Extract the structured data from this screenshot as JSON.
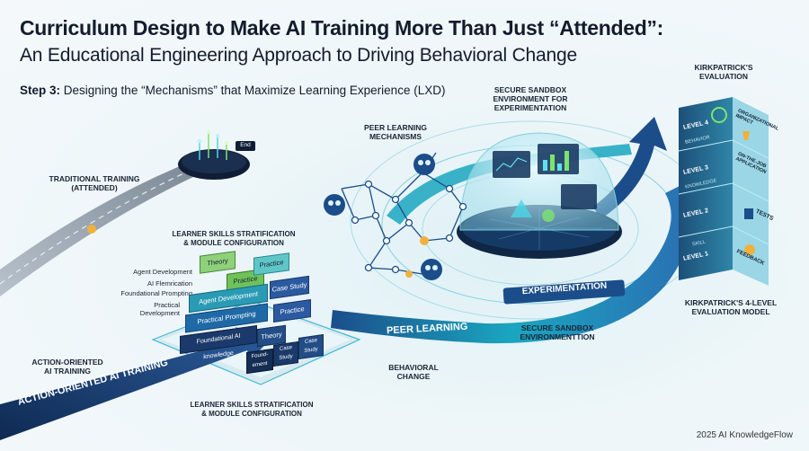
{
  "title": {
    "line1": "Curriculum Design to Make AI Training More Than Just “Attended”:",
    "line2": "An Educational  Engineering Approach to Driving Behavioral Change"
  },
  "step": {
    "prefix": "Step 3:",
    "text": " Designing the “Mechanisms” that Maximize Learning Experience (LXD)"
  },
  "labels": {
    "traditional": "TRADITIONAL TRAINING\n(ATTENDED)",
    "end": "End",
    "peer_mechanisms": "PEER LEARNING\nMECHANISMS",
    "sandbox_top": "SECURE SANDBOX\nENVIRONMENT FOR\nEXPERIMENTATION",
    "kirk_eval": "KIRKPATRICK'S\nEVALUATION",
    "stratification_top": "LEARNER SKILLS STRATIFICATION\n& MODULE CONFIGURATION",
    "stratification_bottom": "LEARNER SKILLS STRATIFICATION\n& MODULE CONFIGURATION",
    "action_oriented": "ACTION-ORIENTED\nAI TRAINING",
    "action_arrow": "ACTION-ORIENTED AI TRAINING",
    "peer_learning": "PEER LEARNING",
    "experimentation": "EXPERIMENTATION",
    "sandbox_bottom": "SECURE SANDBOX\nENVIRONMENTTION",
    "behavioral": "BEHAVIORAL\nCHANGE",
    "kirk_model": "KIRKPATRICK'S 4-LEVEL\nEVALUATION MODEL"
  },
  "side_labels": [
    "Agent Development",
    "AI Flemrication",
    "Foundational Prompting",
    "Practical\nDevelopment"
  ],
  "blocks": {
    "top": [
      "Theory",
      "Practice",
      "Practice"
    ],
    "row2": [
      "Agent Development",
      "Case Study"
    ],
    "row3": [
      "Practical Prompting",
      "Practice"
    ],
    "row4": [
      "Foundational AI knowledge",
      "Theory"
    ],
    "row5": [
      "Found- ement",
      "Case Study",
      "Case Study"
    ]
  },
  "kirkpatrick": [
    {
      "level": "LEVEL 4",
      "tag": "BEHAVIOR",
      "desc": "ORGANIZATIONAL IMPACT"
    },
    {
      "level": "LEVEL 3",
      "tag": "KNOWLEDGE",
      "desc": "ON-THE-JOB APPLICATION"
    },
    {
      "level": "LEVEL 2",
      "tag": "",
      "desc": "TESTS"
    },
    {
      "level": "LEVEL 1",
      "tag": "SKILL",
      "desc": "FEEDBACK"
    }
  ],
  "footer": "2025 AI KnowledgeFlow",
  "colors": {
    "navy": "#1b3a6b",
    "teal": "#17a3b8",
    "accent": "#f0b13c",
    "dark": "#121c2c"
  }
}
